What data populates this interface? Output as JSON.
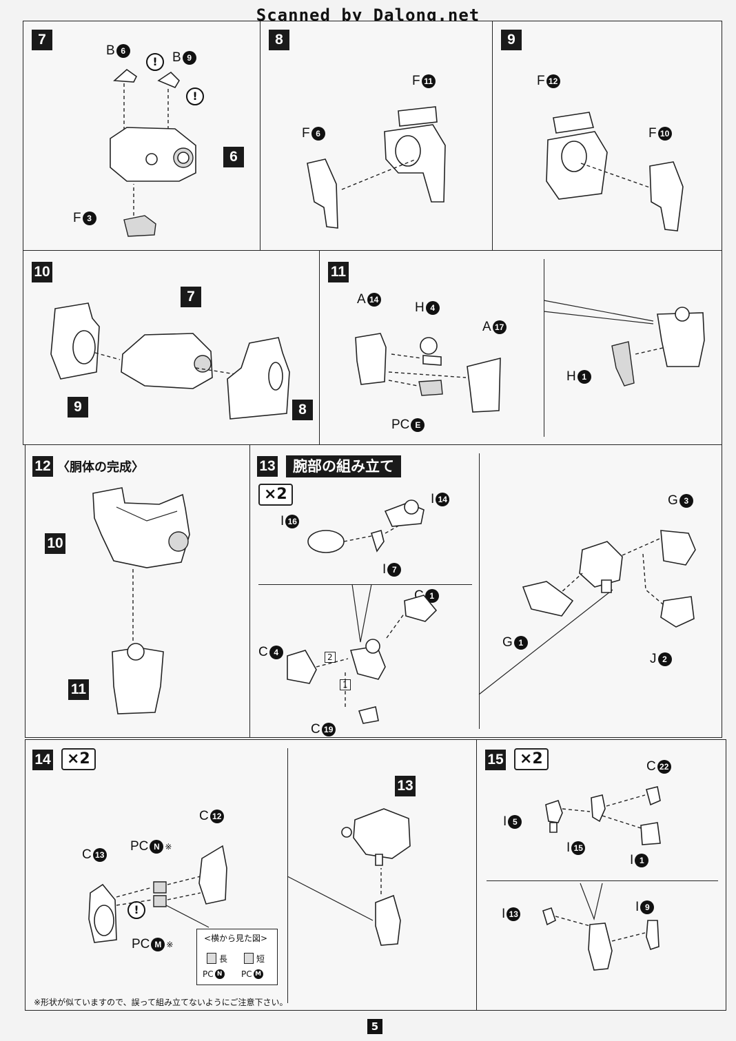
{
  "header": "Scanned by Dalong.net",
  "page_number": "5",
  "steps": {
    "s7": {
      "step": "7",
      "parts": [
        {
          "letter": "B",
          "num": "6"
        },
        {
          "letter": "B",
          "num": "9"
        },
        {
          "letter": "F",
          "num": "3"
        }
      ],
      "tag": "6"
    },
    "s8": {
      "step": "8",
      "parts": [
        {
          "letter": "F",
          "num": "11"
        },
        {
          "letter": "F",
          "num": "6"
        }
      ]
    },
    "s9": {
      "step": "9",
      "parts": [
        {
          "letter": "F",
          "num": "12"
        },
        {
          "letter": "F",
          "num": "10"
        }
      ]
    },
    "s10": {
      "step": "10",
      "tags": [
        "7",
        "9",
        "8"
      ]
    },
    "s11": {
      "step": "11",
      "parts": [
        {
          "letter": "A",
          "num": "14"
        },
        {
          "letter": "H",
          "num": "4"
        },
        {
          "letter": "A",
          "num": "17"
        },
        {
          "letter": "PC",
          "num": "E"
        },
        {
          "letter": "H",
          "num": "1"
        }
      ]
    },
    "s12": {
      "step": "12",
      "title": "〈胴体の完成〉",
      "tags": [
        "10",
        "11"
      ]
    },
    "s13": {
      "step": "13",
      "title": "腕部の組み立て",
      "mult": "×2",
      "parts": [
        {
          "letter": "I",
          "num": "16"
        },
        {
          "letter": "I",
          "num": "14"
        },
        {
          "letter": "I",
          "num": "7"
        },
        {
          "letter": "C",
          "num": "1"
        },
        {
          "letter": "C",
          "num": "4"
        },
        {
          "letter": "C",
          "num": "19"
        },
        {
          "letter": "G",
          "num": "3"
        },
        {
          "letter": "G",
          "num": "1"
        },
        {
          "letter": "J",
          "num": "2"
        }
      ],
      "order": [
        "2",
        "1"
      ]
    },
    "s14": {
      "step": "14",
      "mult": "×2",
      "parts": [
        {
          "letter": "C",
          "num": "12"
        },
        {
          "letter": "PC",
          "num": "N",
          "mark": "※"
        },
        {
          "letter": "C",
          "num": "13"
        },
        {
          "letter": "PC",
          "num": "M",
          "mark": "※"
        }
      ],
      "tag": "13",
      "legend": {
        "title": "<横から見た図>",
        "long": "長",
        "short": "短",
        "pc_n": "PC",
        "n": "N",
        "pc_m": "PC",
        "m": "M"
      },
      "note": "※形状が似ていますので、誤って組み立てないようにご注意下さい。"
    },
    "s15": {
      "step": "15",
      "mult": "×2",
      "parts": [
        {
          "letter": "C",
          "num": "22"
        },
        {
          "letter": "I",
          "num": "5"
        },
        {
          "letter": "I",
          "num": "15"
        },
        {
          "letter": "I",
          "num": "1"
        },
        {
          "letter": "I",
          "num": "13"
        },
        {
          "letter": "I",
          "num": "9"
        }
      ]
    }
  }
}
